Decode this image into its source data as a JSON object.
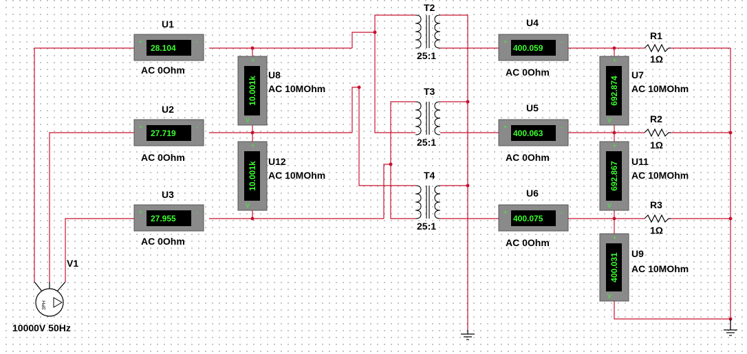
{
  "ammeters": [
    {
      "id": "U1",
      "reading": "28.104",
      "mode": "AC  0Ohm"
    },
    {
      "id": "U2",
      "reading": "27.719",
      "mode": "AC  0Ohm"
    },
    {
      "id": "U3",
      "reading": "27.955",
      "mode": "AC  0Ohm"
    },
    {
      "id": "U4",
      "reading": "400.059",
      "mode": "AC  0Ohm"
    },
    {
      "id": "U5",
      "reading": "400.063",
      "mode": "AC  0Ohm"
    },
    {
      "id": "U6",
      "reading": "400.075",
      "mode": "AC  0Ohm"
    }
  ],
  "voltmeters": [
    {
      "id": "U8",
      "reading": "10.001k",
      "mode": "AC  10MOhm"
    },
    {
      "id": "U12",
      "reading": "10.001k",
      "mode": "AC  10MOhm"
    },
    {
      "id": "U7",
      "reading": "692.874",
      "mode": "AC  10MOhm"
    },
    {
      "id": "U11",
      "reading": "692.867",
      "mode": "AC  10MOhm"
    },
    {
      "id": "U9",
      "reading": "400.031",
      "mode": "AC  10MOhm"
    }
  ],
  "transformers": [
    {
      "id": "T2",
      "ratio": "25:1"
    },
    {
      "id": "T3",
      "ratio": "25:1"
    },
    {
      "id": "T4",
      "ratio": "25:1"
    }
  ],
  "resistors": [
    {
      "id": "R1",
      "value": "1Ω"
    },
    {
      "id": "R2",
      "value": "1Ω"
    },
    {
      "id": "R3",
      "value": "1Ω"
    }
  ],
  "source": {
    "id": "V1",
    "rating": "10000V 50Hz",
    "symbol_text": "3PH"
  },
  "meter_signs": {
    "plus": "+",
    "minus": "-",
    "volt": "V"
  },
  "colors": {
    "wire": "#c8102e",
    "display_text": "#3bff2e",
    "meter_body": "#8a8a8a"
  }
}
